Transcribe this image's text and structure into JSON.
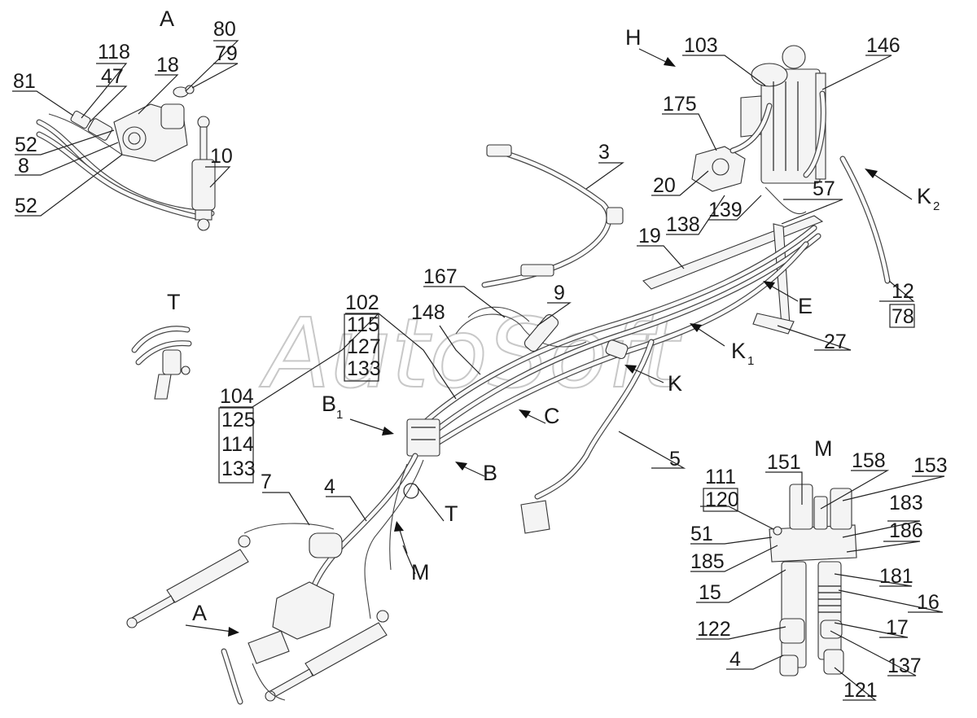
{
  "watermark": "AutoSoft",
  "views": {
    "A_top": "A",
    "A_bottom": "A",
    "H": "H",
    "T_view": "T",
    "T_marker": "T",
    "B": "B",
    "B1": "B",
    "B1_sub": "1",
    "C": "C",
    "K": "K",
    "K1": "K",
    "K1_sub": "1",
    "K2": "K",
    "K2_sub": "2",
    "E": "E",
    "M_view": "M",
    "M_marker": "M"
  },
  "labels": [
    "118",
    "47",
    "81",
    "18",
    "80",
    "79",
    "52",
    "8",
    "10",
    "52",
    "103",
    "146",
    "175",
    "20",
    "138",
    "139",
    "57",
    "19",
    "12",
    "78",
    "27",
    "3",
    "167",
    "9",
    "102",
    "115",
    "127",
    "133",
    "148",
    "104",
    "125",
    "114",
    "133",
    "5",
    "7",
    "4",
    "111",
    "120",
    "151",
    "158",
    "153",
    "183",
    "51",
    "186",
    "185",
    "181",
    "15",
    "16",
    "122",
    "17",
    "4",
    "137",
    "121"
  ]
}
